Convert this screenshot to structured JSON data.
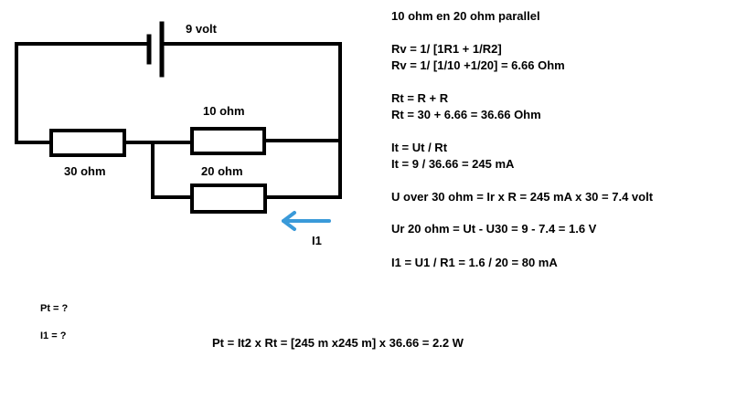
{
  "circuit": {
    "battery_label": "9 volt",
    "r10_label": "10 ohm",
    "r20_label": "20 ohm",
    "r30_label": "30 ohm",
    "current_label": "I1",
    "arrow_color": "#3a9ad9",
    "wire_color": "#000000"
  },
  "calc": {
    "title": "10 ohm en 20 ohm parallel",
    "rv_formula": "Rv = 1/ [1R1 + 1/R2]",
    "rv_value": "Rv = 1/ [1/10 +1/20] = 6.66 Ohm",
    "rt_formula": "Rt = R + R",
    "rt_value": "Rt = 30 + 6.66 = 36.66 Ohm",
    "it_formula": "It = Ut / Rt",
    "it_value": "It = 9 / 36.66 = 245 mA",
    "u30": "U over 30 ohm = Ir x R = 245 mA x 30 = 7.4 volt",
    "ur20": "Ur 20 ohm = Ut - U30 = 9 - 7.4 = 1.6 V",
    "i1": "I1 = U1 / R1 = 1.6 / 20 = 80 mA"
  },
  "questions": {
    "pt": "Pt = ?",
    "i1": "I1 = ?"
  },
  "power": "Pt = It2 x Rt = [245 m x245 m] x 36.66 = 2.2 W"
}
